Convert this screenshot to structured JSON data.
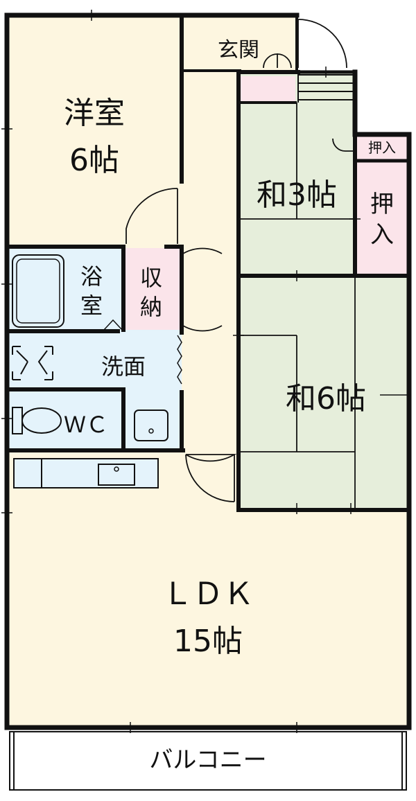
{
  "colors": {
    "wall": "#111111",
    "western_floor": "#fdf6e0",
    "tatami": "#e6eedb",
    "wet_area": "#e4f3fb",
    "storage": "#fbe4ea",
    "balcony": "#ffffff"
  },
  "rooms": {
    "western": {
      "name": "洋室",
      "size": "6帖"
    },
    "entrance": {
      "name": "玄関"
    },
    "washitsu3": {
      "name": "和3帖"
    },
    "oshiire_small": {
      "name": "押入"
    },
    "oshiire_large_line1": {
      "name": "押"
    },
    "oshiire_large_line2": {
      "name": "入"
    },
    "bath_line1": {
      "name": "浴"
    },
    "bath_line2": {
      "name": "室"
    },
    "closet_line1": {
      "name": "収"
    },
    "closet_line2": {
      "name": "納"
    },
    "washroom": {
      "name": "洗面"
    },
    "wc": {
      "name": "ＷＣ"
    },
    "washitsu6": {
      "name": "和6帖"
    },
    "ldk": {
      "name": "ＬＤＫ",
      "size": "15帖"
    },
    "balcony": {
      "name": "バルコニー"
    }
  }
}
